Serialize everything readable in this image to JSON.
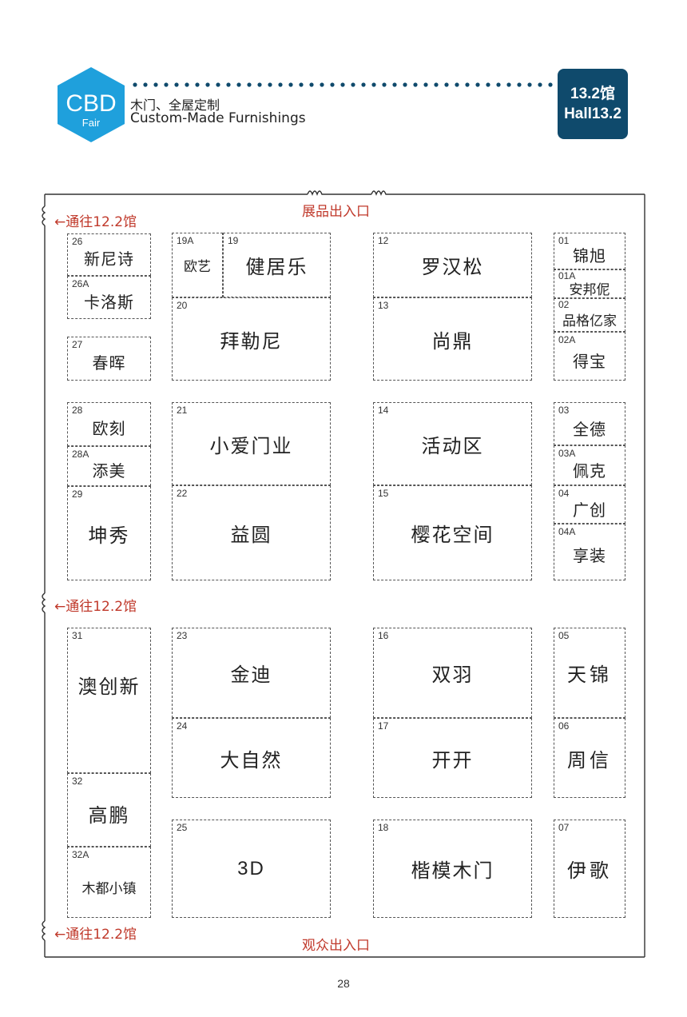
{
  "header": {
    "logo_main": "CBD",
    "logo_sub": "Fair",
    "category_cn": "木门、全屋定制",
    "category_en": "Custom-Made Furnishings",
    "hall_cn": "13.2馆",
    "hall_en": "Hall13.2",
    "logo_color": "#1fa0dc",
    "badge_color": "#0f4a6c"
  },
  "entrances": {
    "top": "展品出入口",
    "bottom": "观众出入口",
    "side_1": "←通往12.2馆",
    "side_2": "←通往12.2馆",
    "side_3": "←通往12.2馆"
  },
  "booths": [
    {
      "id": "26",
      "name": "新尼诗"
    },
    {
      "id": "26A",
      "name": "卡洛斯"
    },
    {
      "id": "27",
      "name": "春晖"
    },
    {
      "id": "28",
      "name": "欧刻"
    },
    {
      "id": "28A",
      "name": "添美"
    },
    {
      "id": "29",
      "name": "坤秀"
    },
    {
      "id": "31",
      "name": "澳创新"
    },
    {
      "id": "32",
      "name": "高鹏"
    },
    {
      "id": "32A",
      "name": "木都小镇"
    },
    {
      "id": "19A",
      "name": "欧艺"
    },
    {
      "id": "19",
      "name": "健居乐"
    },
    {
      "id": "20",
      "name": "拜勒尼"
    },
    {
      "id": "21",
      "name": "小爱门业"
    },
    {
      "id": "22",
      "name": "益圆"
    },
    {
      "id": "23",
      "name": "金迪"
    },
    {
      "id": "24",
      "name": "大自然"
    },
    {
      "id": "25",
      "name": "3D"
    },
    {
      "id": "12",
      "name": "罗汉松"
    },
    {
      "id": "13",
      "name": "尚鼎"
    },
    {
      "id": "14",
      "name": "活动区"
    },
    {
      "id": "15",
      "name": "樱花空间"
    },
    {
      "id": "16",
      "name": "双羽"
    },
    {
      "id": "17",
      "name": "开开"
    },
    {
      "id": "18",
      "name": "楷模木门"
    },
    {
      "id": "01",
      "name": "锦旭"
    },
    {
      "id": "01A",
      "name": "安邦伲"
    },
    {
      "id": "02",
      "name": "品格亿家"
    },
    {
      "id": "02A",
      "name": "得宝"
    },
    {
      "id": "03",
      "name": "全德"
    },
    {
      "id": "03A",
      "name": "佩克"
    },
    {
      "id": "04",
      "name": "广创"
    },
    {
      "id": "04A",
      "name": "享装"
    },
    {
      "id": "05",
      "name": "天锦"
    },
    {
      "id": "06",
      "name": "周信"
    },
    {
      "id": "07",
      "name": "伊歌"
    }
  ],
  "page_number": "28"
}
